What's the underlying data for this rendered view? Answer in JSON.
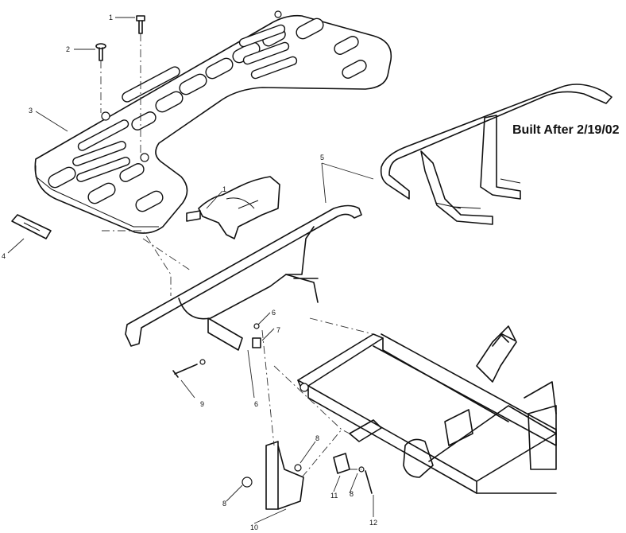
{
  "note": "Built After 2/19/02",
  "callouts": {
    "c1a": "1",
    "c2": "2",
    "c3": "3",
    "c4": "4",
    "c1b": "1",
    "c5": "5",
    "c6a": "6",
    "c7": "7",
    "c9": "9",
    "c6b": "6",
    "c8a": "8",
    "c8b": "8",
    "c8c": "8",
    "c10": "10",
    "c11": "11",
    "c12": "12"
  }
}
